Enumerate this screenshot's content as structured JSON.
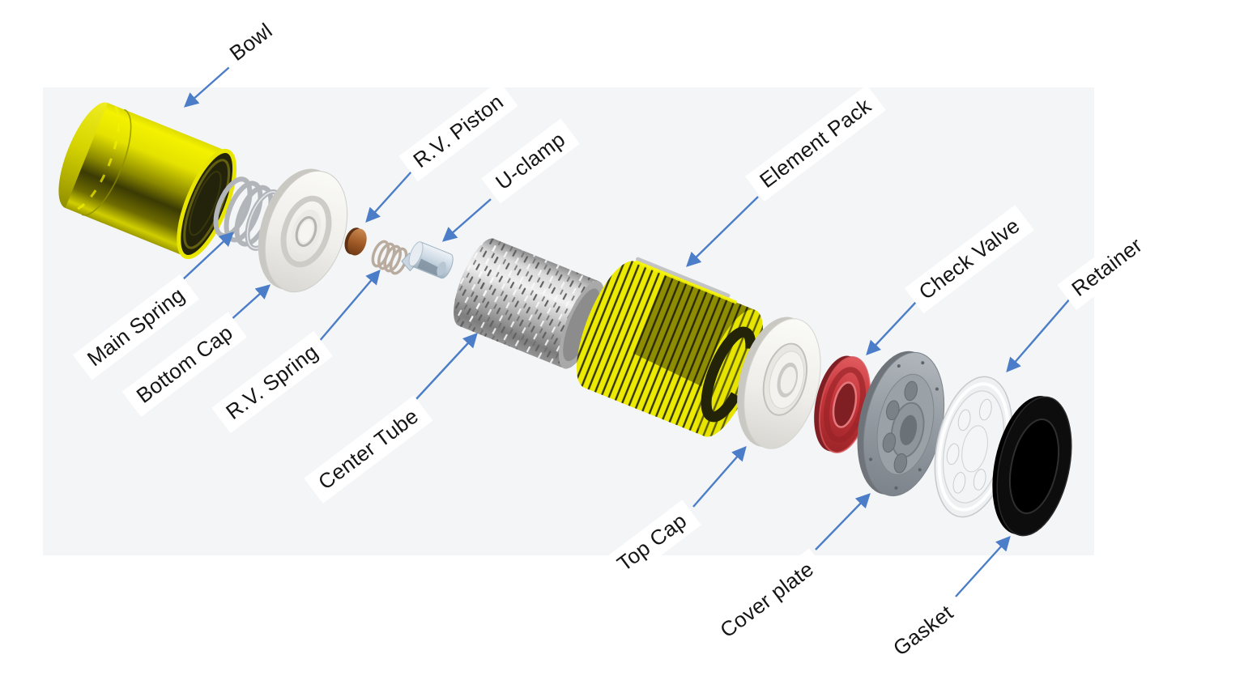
{
  "diagram": {
    "kind": "exploded-view-filter-assembly",
    "scene_background": "#f3f5f6",
    "page_background": "#ffffff",
    "arrow_color": "#4b7dc8",
    "label_background": "#ffffff",
    "label_text_color": "#151515"
  },
  "parts": [
    {
      "label": "Bowl",
      "color": "#e8e600"
    },
    {
      "label": "Main Spring",
      "color": "#b2b6ba"
    },
    {
      "label": "Bottom Cap",
      "color": "#efeeea"
    },
    {
      "label": "R.V. Piston",
      "color": "#a35c28"
    },
    {
      "label": "R.V. Spring",
      "color": "#b9ac9e"
    },
    {
      "label": "U-clamp",
      "color": "#ccd9e4"
    },
    {
      "label": "Center Tube",
      "color": "#b9b9b9"
    },
    {
      "label": "Element Pack",
      "color": "#ecea00"
    },
    {
      "label": "Top Cap",
      "color": "#f2f1ed"
    },
    {
      "label": "Check Valve",
      "color": "#c63439"
    },
    {
      "label": "Cover plate",
      "color": "#99a0a7"
    },
    {
      "label": "Retainer",
      "color": "#eef0f2"
    },
    {
      "label": "Gasket",
      "color": "#0d0d0d"
    }
  ]
}
